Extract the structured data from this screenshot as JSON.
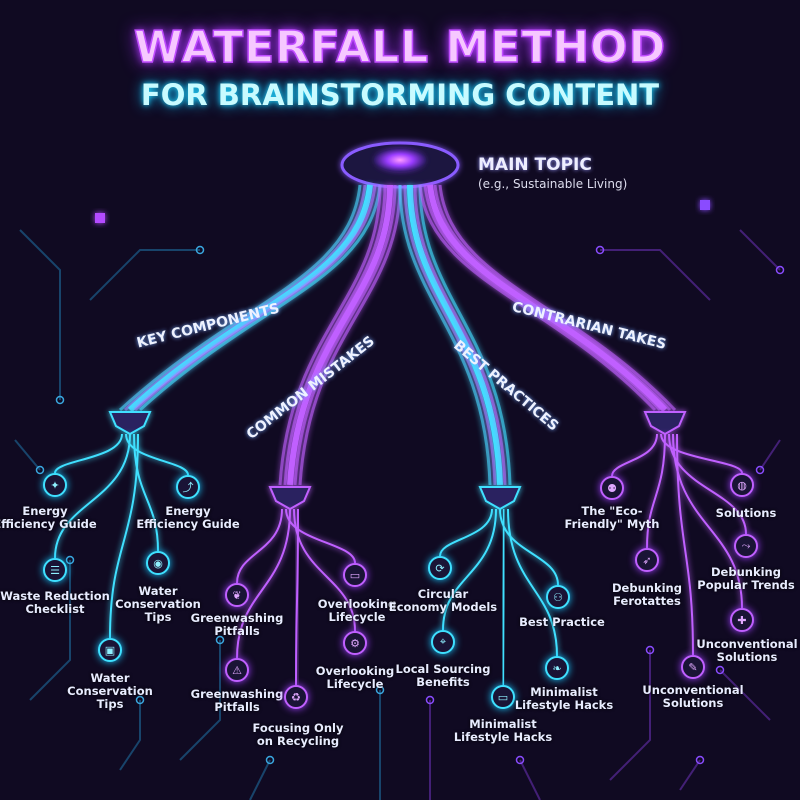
{
  "title": {
    "line1": "WATERFALL METHOD",
    "line2": "FOR BRAINSTORMING CONTENT"
  },
  "colors": {
    "background": "#100a22",
    "cyan": "#3fe0ff",
    "purple": "#c060ff"
  },
  "main_topic": {
    "label": "MAIN TOPIC",
    "example": "(e.g., Sustainable Living)"
  },
  "branches": [
    {
      "label": "KEY COMPONENTS",
      "color": "cyan",
      "items": [
        {
          "label": "Energy Efficiency Guide",
          "icon": "lightbulb-icon"
        },
        {
          "label": "Energy Efficiency Guide",
          "icon": "chart-icon"
        },
        {
          "label": "Waste Reduction Checklist",
          "icon": "checklist-icon"
        },
        {
          "label": "Water Conservation Tips",
          "icon": "water-drop-icon"
        },
        {
          "label": "Water Conservation Tips",
          "icon": "faucet-icon"
        }
      ]
    },
    {
      "label": "COMMON MISTAKES",
      "color": "purple",
      "items": [
        {
          "label": "Greenwashing Pitfalls",
          "icon": "leaf-icon"
        },
        {
          "label": "Overlooking Lifecycle",
          "icon": "monitor-icon"
        },
        {
          "label": "Greenwashing Pitfalls",
          "icon": "warning-icon"
        },
        {
          "label": "Overlooking Lifecycle",
          "icon": "gear-icon"
        },
        {
          "label": "Focusing Only on Recycling",
          "icon": "recycle-icon"
        }
      ]
    },
    {
      "label": "BEST PRACTICES",
      "color": "cyan",
      "items": [
        {
          "label": "Circular Economy Models",
          "icon": "cycle-icon"
        },
        {
          "label": "Local Sourcing Benefits",
          "icon": "location-pin-icon"
        },
        {
          "label": "Best Practice",
          "icon": "bicycle-icon"
        },
        {
          "label": "Minimalist Lifestyle Hacks",
          "icon": "laptop-icon"
        },
        {
          "label": "Minimalist Lifestyle Hacks",
          "icon": "plant-icon"
        }
      ]
    },
    {
      "label": "CONTRARIAN TAKES",
      "color": "purple",
      "items": [
        {
          "label": "The \"Eco-Friendly\" Myth",
          "icon": "people-icon"
        },
        {
          "label": "Solutions",
          "icon": "globe-icon"
        },
        {
          "label": "Debunking Ferotattes",
          "icon": "rocket-icon"
        },
        {
          "label": "Debunking Popular Trends",
          "icon": "trend-icon"
        },
        {
          "label": "Unconventional Solutions",
          "icon": "puzzle-icon"
        },
        {
          "label": "Unconventional Solutions",
          "icon": "edit-icon"
        }
      ]
    }
  ]
}
